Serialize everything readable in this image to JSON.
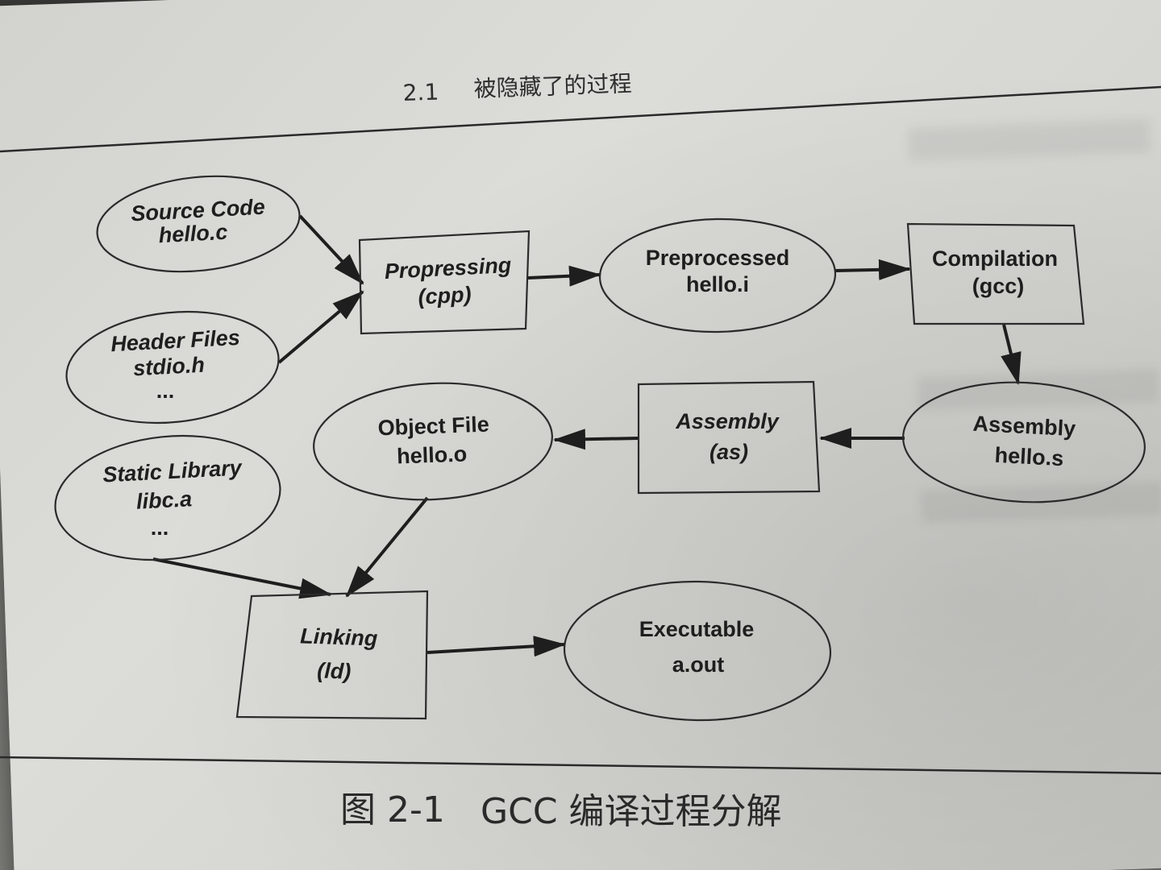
{
  "header": {
    "section_number": "2.1",
    "section_title": "被隐藏了的过程"
  },
  "caption": {
    "figure_label": "图 2-1",
    "text": "GCC 编译过程分解"
  },
  "nodes": {
    "source_code": {
      "line1": "Source Code",
      "line2": "hello.c"
    },
    "header_files": {
      "line1": "Header Files",
      "line2": "stdio.h",
      "line3": "..."
    },
    "static_library": {
      "line1": "Static Library",
      "line2": "libc.a",
      "line3": "..."
    },
    "preprocessing": {
      "line1": "Propressing",
      "line2": "(cpp)"
    },
    "preprocessed": {
      "line1": "Preprocessed",
      "line2": "hello.i"
    },
    "compilation": {
      "line1": "Compilation",
      "line2": "(gcc)"
    },
    "assembly_file": {
      "line1": "Assembly",
      "line2": "hello.s"
    },
    "assembly_step": {
      "line1": "Assembly",
      "line2": "(as)"
    },
    "object_file": {
      "line1": "Object File",
      "line2": "hello.o"
    },
    "linking": {
      "line1": "Linking",
      "line2": "(ld)"
    },
    "executable": {
      "line1": "Executable",
      "line2": "a.out"
    }
  },
  "colors": {
    "ink": "#1e1e1e",
    "paper": "#d8d8d4"
  }
}
